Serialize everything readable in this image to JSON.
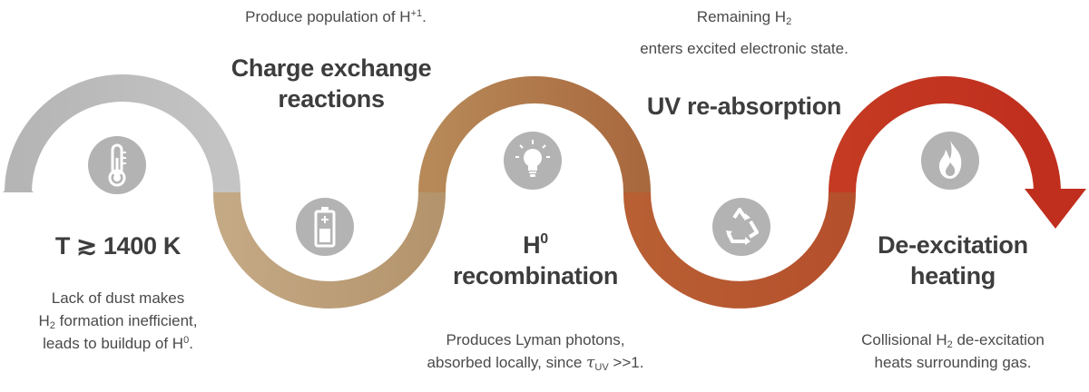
{
  "stages": [
    {
      "title": "T ≳ 1400 K",
      "icon": "thermometer-icon",
      "color": "#bcbcbc",
      "description": {
        "line1": "Lack of dust makes",
        "line2_a": "H",
        "line2_sub": "2",
        "line2_b": " formation  inefficient,",
        "line3_a": "leads to buildup of H",
        "line3_sup": "0",
        "line3_b": "."
      }
    },
    {
      "title_line1": "Charge exchange",
      "title_line2": "reactions",
      "icon": "battery-icon",
      "color": "#b89b78",
      "description": {
        "line1_a": "Produce population of H",
        "line1_sup": "+1",
        "line1_b": "."
      }
    },
    {
      "title_a": "H",
      "title_sup": "0",
      "title_line2": "recombination",
      "icon": "lightbulb-icon",
      "color": "#b07a4c",
      "description": {
        "line1": "Produces Lyman photons,",
        "line2_a": "absorbed locally, since ",
        "line2_tau": "τ",
        "line2_sub": "UV",
        "line2_b": " >>1."
      }
    },
    {
      "title": "UV re-absorption",
      "icon": "recycle-icon",
      "color": "#b4532f",
      "description": {
        "line1_a": "Remaining H",
        "line1_sub": "2",
        "line2": "enters excited electronic state."
      }
    },
    {
      "title_line1": "De-excitation",
      "title_line2": "heating",
      "icon": "flame-icon",
      "color": "#c0311f",
      "description": {
        "line1_a": "Collisional H",
        "line1_sub": "2",
        "line1_b": " de-excitation",
        "line2": "heats surrounding gas."
      }
    }
  ]
}
